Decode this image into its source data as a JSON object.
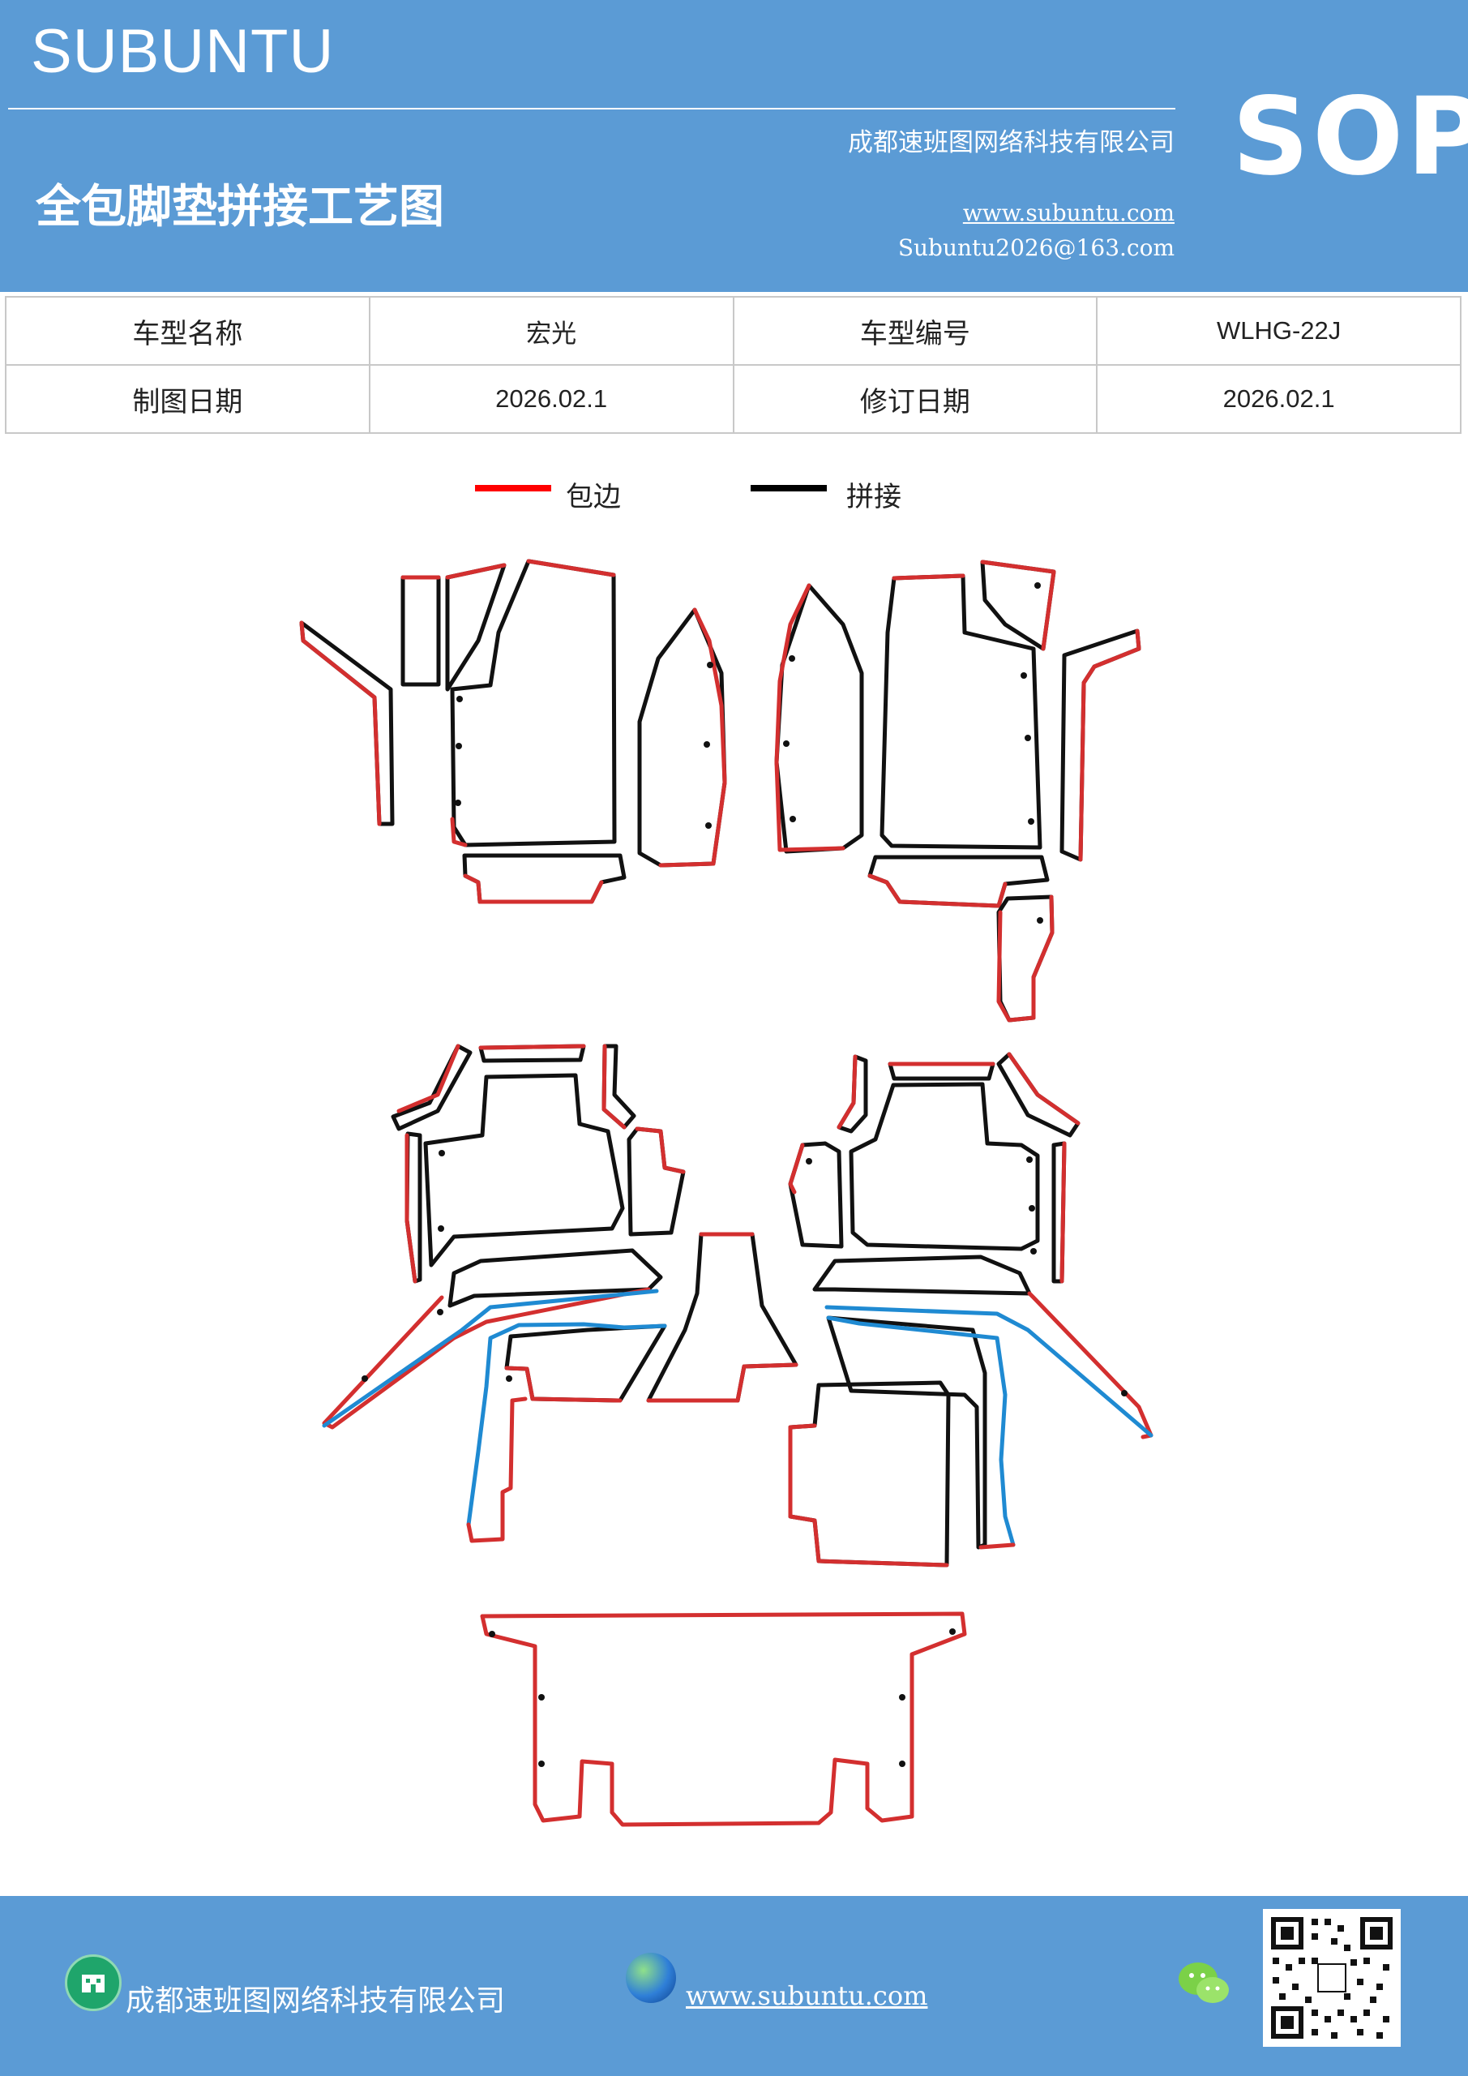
{
  "header": {
    "brand": "SUBUNTU",
    "title": "全包脚垫拼接工艺图",
    "company": "成都速班图网络科技有限公司",
    "website": "www.subuntu.com",
    "email": "Subuntu2026@163.com",
    "badge": "SOP"
  },
  "info_table": {
    "rows": [
      [
        "车型名称",
        "宏光",
        "车型编号",
        "WLHG-22J"
      ],
      [
        "制图日期",
        "2026.02.1",
        "修订日期",
        "2026.02.1"
      ]
    ]
  },
  "legend": {
    "items": [
      {
        "label": "包边",
        "color": "#ff0000"
      },
      {
        "label": "拼接",
        "color": "#000000"
      }
    ]
  },
  "colors": {
    "header_bg": "#5b9bd5",
    "edge_binding": "#d32f2f",
    "seam": "#111111",
    "blue_seam": "#1f8ad2"
  },
  "footer": {
    "company": "成都速班图网络科技有限公司",
    "website": "www.subuntu.com",
    "icons": [
      "building-icon",
      "globe-icon",
      "wechat-icon",
      "qr-code"
    ]
  }
}
